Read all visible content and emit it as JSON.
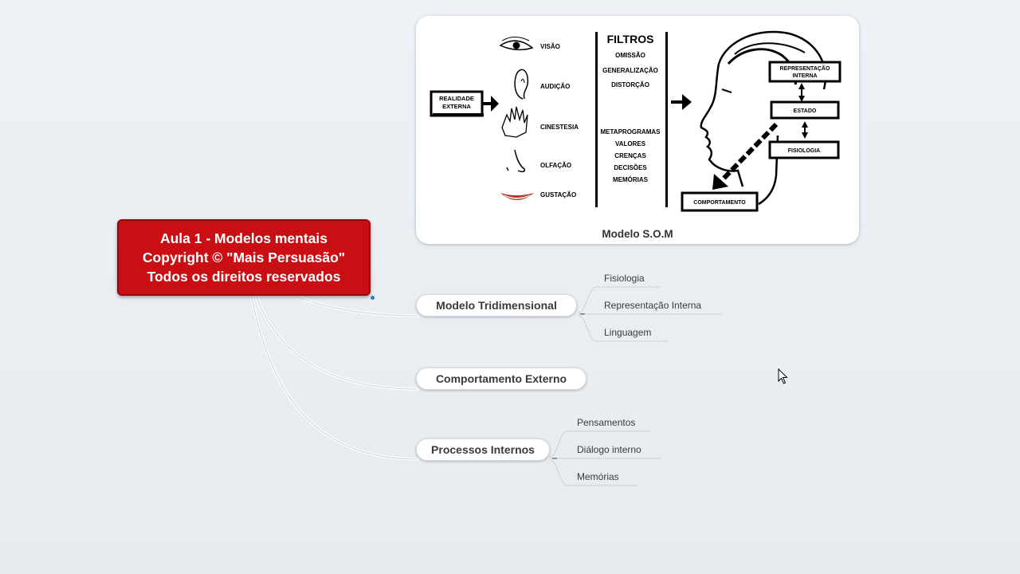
{
  "central_topic": {
    "lines": [
      "Aula 1 - Modelos mentais",
      "Copyright © \"Mais Persuasão\"",
      "Todos os direitos reservados"
    ],
    "color": "#c90f14"
  },
  "image": {
    "caption": "Modelo S.O.M",
    "realidade": [
      "REALIDADE",
      "EXTERNA"
    ],
    "senses": [
      "VISÃO",
      "AUDIÇÃO",
      "CINESTESIA",
      "OLFAÇÃO",
      "GUSTAÇÃO"
    ],
    "filters_title": "FILTROS",
    "filters": [
      "OMISSÃO",
      "GENERALIZAÇÃO",
      "DISTORÇÃO"
    ],
    "filters2": [
      "METAPROGRAMAS",
      "VALORES",
      "CRENÇAS",
      "DECISÕES",
      "MEMÓRIAS"
    ],
    "rep_interna": [
      "REPRESENTAÇÃO",
      "INTERNA"
    ],
    "estado": "ESTADO",
    "fisiologia": "FISIOLOGIA",
    "comportamento": "COMPORTAMENTO"
  },
  "topics": [
    {
      "label": "Modelo Tridimensional",
      "collapse": "–",
      "subtopics": [
        "Fisiologia",
        "Representação Interna",
        "Linguagem"
      ]
    },
    {
      "label": "Comportamento Externo"
    },
    {
      "label": "Processos Internos",
      "collapse": "–",
      "subtopics": [
        "Pensamentos",
        "Diálogo interno",
        "Memórias"
      ]
    }
  ],
  "icons": {
    "eye": "eye-icon",
    "ear": "ear-icon",
    "hand": "hand-icon",
    "nose": "nose-icon",
    "mouth": "mouth-icon",
    "head": "head-profile-icon",
    "cursor": "mouse-cursor-icon"
  }
}
